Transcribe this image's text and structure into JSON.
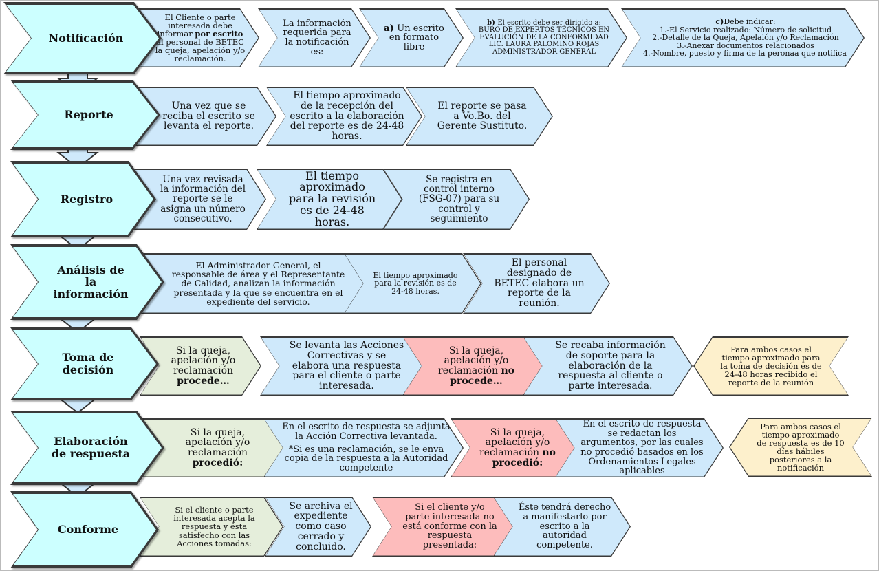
{
  "colors": {
    "stage": "#ccffff",
    "info": "#cfe9fb",
    "procede": "#e5eedb",
    "no_procede": "#fdbcbc",
    "time": "#fdf0cc",
    "arrow": "#cfe9fb"
  },
  "stages": [
    {
      "title": [
        "Notificación"
      ],
      "steps": [
        {
          "type": "info",
          "lines": [
            "El Cliente o parte",
            "interesada debe",
            {
              "runs": [
                {
                  "t": "informar "
                },
                {
                  "t": "por escrito",
                  "b": true
                }
              ]
            },
            "al personal de BETEC",
            "la queja, apelación y/o",
            "reclamación."
          ]
        },
        {
          "type": "info",
          "lines": [
            "La información",
            "requerida para",
            "la notificación",
            "es:"
          ]
        },
        {
          "type": "info",
          "lines": [
            {
              "runs": [
                {
                  "t": "a) ",
                  "b": true
                },
                {
                  "t": "Un escrito"
                }
              ]
            },
            "en formato",
            "libre"
          ]
        },
        {
          "type": "info",
          "lines": [
            {
              "runs": [
                {
                  "t": "b) ",
                  "b": true
                },
                {
                  "t": "El escrito debe ser dirigido a:"
                }
              ]
            },
            "BURO DE EXPERTOS TÉCNICOS EN",
            "EVALUCIÓN DE LA CONFORMIDAD",
            "LIC. LAURA PALOMINO ROJAS",
            "ADMINISTRADOR GENERAL"
          ]
        },
        {
          "type": "info",
          "lines": [
            {
              "runs": [
                {
                  "t": "c)",
                  "b": true
                },
                {
                  "t": "Debe indicar:"
                }
              ]
            },
            "1.-El Servicio realizado: Número de solicitud",
            "2.-Detalle de la Queja, Apelaión y/o Reclamación",
            "3.-Anexar documentos relacionados",
            "4.-Nombre, puesto y firma de la peronaa que notifica"
          ]
        }
      ]
    },
    {
      "title": [
        "Reporte"
      ],
      "steps": [
        {
          "type": "info",
          "lines": [
            "Una vez que se",
            "reciba el escrito se",
            "levanta el reporte."
          ]
        },
        {
          "type": "info",
          "lines": [
            "El tiempo aproximado",
            "de la recepción del",
            "escrito a la elaboración",
            "del reporte es de 24-48",
            "horas."
          ]
        },
        {
          "type": "info",
          "lines": [
            "El reporte se pasa",
            "a Vo.Bo. del",
            "Gerente Sustituto."
          ]
        }
      ]
    },
    {
      "title": [
        "Registro"
      ],
      "steps": [
        {
          "type": "info",
          "lines": [
            "Una vez revisada",
            "la información del",
            "reporte se le",
            "asigna un número",
            "consecutivo."
          ]
        },
        {
          "type": "info",
          "lines": [
            "El tiempo",
            "aproximado",
            "para la revisión",
            "es de 24-48",
            "horas."
          ]
        },
        {
          "type": "info",
          "lines": [
            "Se registra en",
            "control interno",
            "(FSG-07) para su",
            "control y",
            "seguimiento"
          ]
        }
      ]
    },
    {
      "title": [
        "Análisis de",
        "la",
        "información"
      ],
      "steps": [
        {
          "type": "info",
          "lines": [
            "El Administrador General, el",
            "responsable de área y el Representante",
            "de Calidad, analizan la información",
            "presentada y la que se encuentra en el",
            "expediente del servicio."
          ]
        },
        {
          "type": "info",
          "lines": [
            "El tiempo aproximado",
            "para la revisión es de",
            "24-48 horas."
          ]
        },
        {
          "type": "info",
          "lines": [
            "El personal",
            "designado de",
            "BETEC elabora un",
            "reporte de la",
            "reunión."
          ]
        }
      ]
    },
    {
      "title": [
        "Toma de",
        "decisión"
      ],
      "steps": [
        {
          "type": "procede",
          "lines": [
            "Si la queja,",
            "apelación y/o",
            "reclamación",
            {
              "runs": [
                {
                  "t": "procede…",
                  "b": true
                }
              ]
            }
          ]
        },
        {
          "type": "info",
          "lines": [
            "Se levanta las Acciones",
            "Correctivas y se",
            "elabora una respuesta",
            "para el cliente o parte",
            "interesada."
          ]
        },
        {
          "type": "no_procede",
          "lines": [
            "Si la queja,",
            "apelación y/o",
            {
              "runs": [
                {
                  "t": "reclamación "
                },
                {
                  "t": "no",
                  "b": true
                }
              ]
            },
            {
              "runs": [
                {
                  "t": "procede…",
                  "b": true
                }
              ]
            }
          ]
        },
        {
          "type": "info",
          "lines": [
            "Se recaba información",
            "de soporte para la",
            "elaboración de la",
            "respuesta al cliente o",
            "parte interesada."
          ]
        },
        {
          "type": "time",
          "lines": [
            "Para ambos casos el",
            "tiempo aproximado para",
            "la toma de decisión es de",
            "24-48 horas recibido el",
            "reporte de la reunión"
          ]
        }
      ]
    },
    {
      "title": [
        "Elaboración",
        "de respuesta"
      ],
      "steps": [
        {
          "type": "procede",
          "lines": [
            "Si la queja,",
            "apelación y/o",
            "reclamación",
            {
              "runs": [
                {
                  "t": "procedió:",
                  "b": true
                }
              ]
            }
          ]
        },
        {
          "type": "info",
          "lines": [
            "En el escrito de respuesta se adjunta",
            "la Acción Correctiva levantada.",
            "*Si es una reclamación, se le enva",
            "copia de la respuesta a la Autoridad",
            "competente"
          ]
        },
        {
          "type": "no_procede",
          "lines": [
            "Si la queja,",
            "apelación y/o",
            {
              "runs": [
                {
                  "t": "reclamación "
                },
                {
                  "t": "no",
                  "b": true
                }
              ]
            },
            {
              "runs": [
                {
                  "t": "procedió:",
                  "b": true
                }
              ]
            }
          ]
        },
        {
          "type": "info",
          "lines": [
            "En el escrito de respuesta",
            "se redactan los",
            "argumentos, por las cuales",
            "no procedió basados en los",
            "Ordenamientos Legales",
            "aplicables"
          ]
        },
        {
          "type": "time",
          "lines": [
            "Para ambos casos el",
            "tiempo aproximado",
            "de respuesta es de 10",
            "días hábiles",
            "posteriores a la",
            "notificación"
          ]
        }
      ]
    },
    {
      "title": [
        "Conforme"
      ],
      "steps": [
        {
          "type": "procede",
          "lines": [
            "Si el cliente o parte",
            "interesada acepta la",
            "respuesta y ésta",
            "satisfecho con las",
            "Acciones tomadas:"
          ]
        },
        {
          "type": "info",
          "lines": [
            "Se archiva el",
            "expediente",
            "como  caso",
            "cerrado y",
            "concluido."
          ]
        },
        {
          "type": "no_procede",
          "lines": [
            "Si el cliente y/o",
            "parte interesada no",
            "está conforme con la",
            "respuesta",
            "presentada:"
          ]
        },
        {
          "type": "info",
          "lines": [
            "Éste tendrá derecho",
            "a manifestarlo por",
            "escrito a la",
            "autoridad",
            "competente."
          ]
        }
      ]
    }
  ]
}
